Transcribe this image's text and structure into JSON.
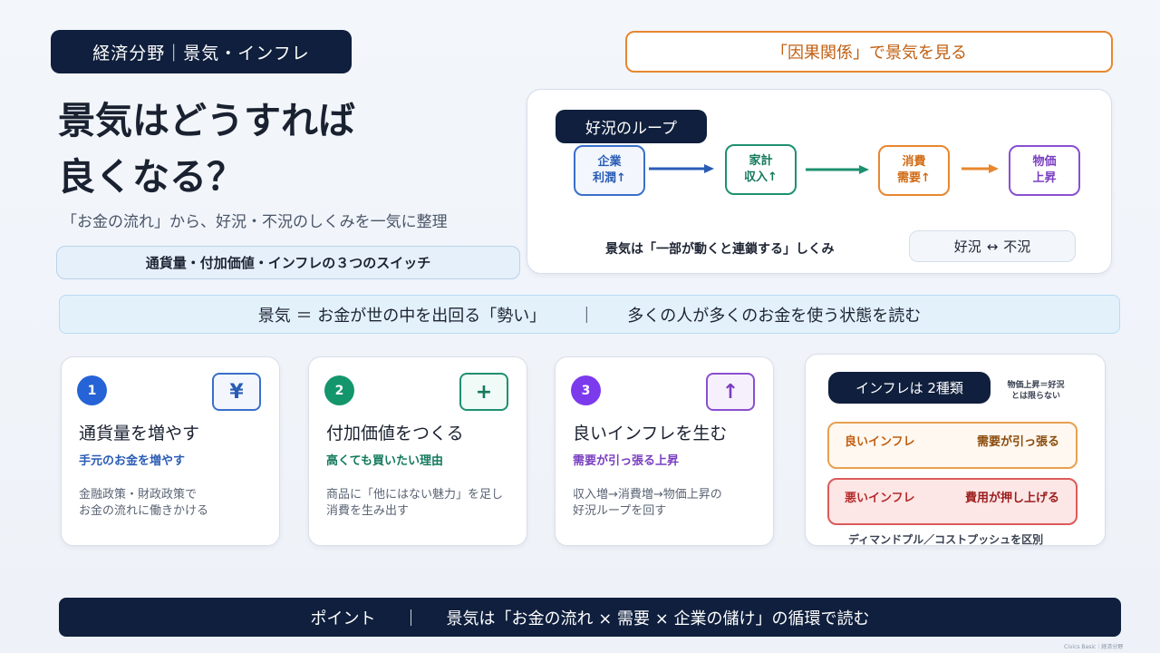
{
  "header": {
    "category": "経済分野｜景気・インフレ",
    "causal_tag": "「因果関係」で景気を見る"
  },
  "title": {
    "line1": "景気はどうすれば",
    "line2": "良くなる？"
  },
  "subtitle": "「お金の流れ」から、好況・不況のしくみを一気に整理",
  "switch_pill": "通貨量・付加価値・インフレの３つのスイッチ",
  "loop": {
    "tag": "好況のループ",
    "nodes": [
      {
        "line1": "企業",
        "line2": "利潤↑"
      },
      {
        "line1": "家計",
        "line2": "収入↑"
      },
      {
        "line1": "消費",
        "line2": "需要↑"
      },
      {
        "line1": "物価",
        "line2": "上昇"
      }
    ],
    "caption": "景気は「一部が動くと連鎖する」しくみ",
    "boom_left": "好況",
    "boom_right": "不況",
    "colors": {
      "blue": "#2a5cb4",
      "green": "#137a5c",
      "orange": "#e8872f",
      "purple": "#7a3fc0"
    }
  },
  "definition": {
    "left": "景気 ＝ お金が世の中を出回る「勢い」",
    "sep": "｜",
    "right": "多くの人が多くのお金を使う状態を読む"
  },
  "cards": [
    {
      "num": "1",
      "icon": "¥",
      "icon_name": "yen-icon",
      "title": "通貨量を増やす",
      "sub": "手元のお金を増やす",
      "body1": "金融政策・財政政策で",
      "body2": "お金の流れに働きかける",
      "color": "#2563d6"
    },
    {
      "num": "2",
      "icon": "+",
      "icon_name": "plus-icon",
      "title": "付加価値をつくる",
      "sub": "高くても買いたい理由",
      "body1": "商品に「他にはない魅力」を足し",
      "body2": "消費を生み出す",
      "color": "#13966b"
    },
    {
      "num": "3",
      "icon": "↑",
      "icon_name": "arrow-up-icon",
      "title": "良いインフレを生む",
      "sub": "需要が引っ張る上昇",
      "body1": "収入増→消費増→物価上昇の",
      "body2": "好況ループを回す",
      "color": "#7c3aed"
    }
  ],
  "inflation": {
    "tag": "インフレは 2種類",
    "note1": "物価上昇＝好況",
    "note2": "とは限らない",
    "good_left": "良いインフレ",
    "good_right": "需要が引っ張る",
    "bad_left": "悪いインフレ",
    "bad_right": "費用が押し上げる",
    "foot": "ディマンドプル／コストプッシュを区別"
  },
  "footer": {
    "left": "ポイント",
    "sep": "｜",
    "right": "景気は「お金の流れ × 需要 × 企業の儲け」の循環で読む",
    "tiny": "Civics Basic｜経済分野"
  }
}
